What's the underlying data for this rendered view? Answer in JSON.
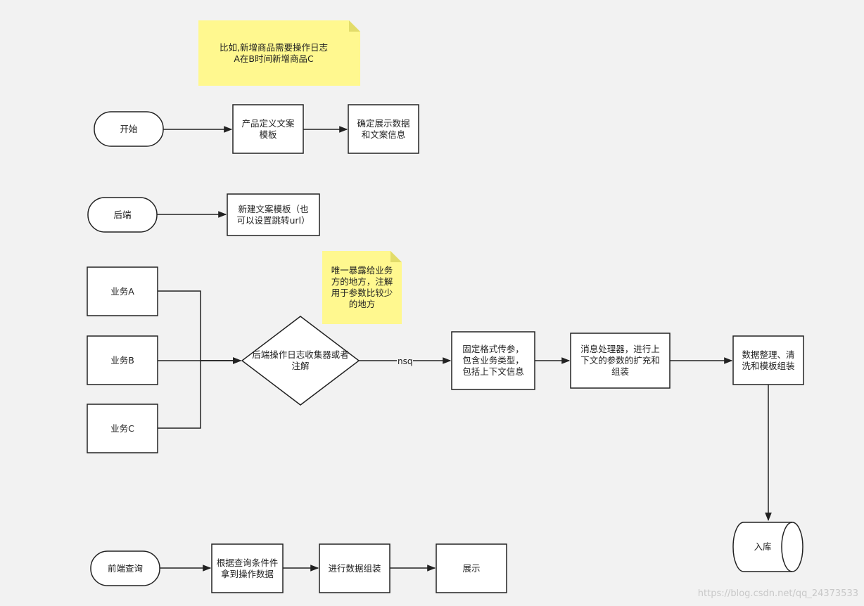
{
  "notes": {
    "example": "比如,新增商品需要操作日志\nA在B时间新增商品C",
    "only_exposure": "唯一暴露给业务\n方的地方，注解\n用于参数比较少\n的地方"
  },
  "nodes": {
    "start": "开始",
    "product_template": "产品定义文案\n模板",
    "confirm_display": "确定展示数据\n和文案信息",
    "backend": "后端",
    "new_template": "新建文案模板（也\n可以设置跳转url）",
    "biz_a": "业务A",
    "biz_b": "业务B",
    "biz_c": "业务C",
    "collector": "后端操作日志收集器或者\n注解",
    "fixed_format": "固定格式传参，\n包含业务类型，\n包括上下文信息",
    "msg_processor": "消息处理器，进行上\n下文的参数的扩充和\n组装",
    "data_cleanup": "数据整理、清\n洗和模板组装",
    "storage": "入库",
    "frontend_query": "前端查询",
    "query_by_condition": "根据查询条件件\n拿到操作数据",
    "assemble": "进行数据组装",
    "display": "展示"
  },
  "edges": {
    "nsq_label": "nsq"
  },
  "watermark": "https://blog.csdn.net/qq_24373533",
  "colors": {
    "background": "#f2f2f2",
    "note_fill": "#fff88f",
    "stroke": "#222222"
  }
}
